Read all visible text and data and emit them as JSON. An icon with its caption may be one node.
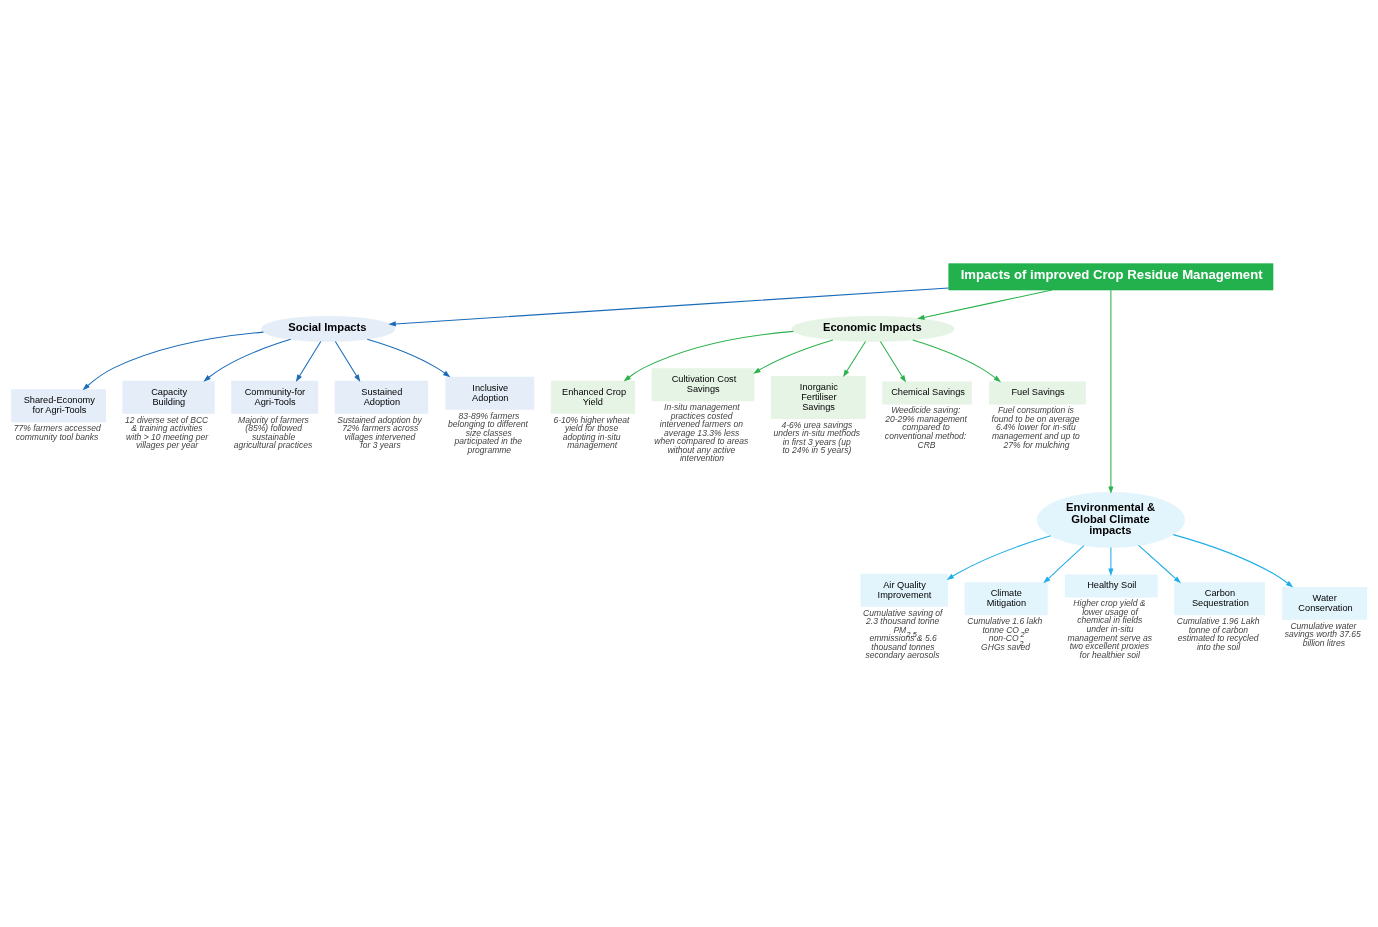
{
  "diagram": {
    "nodes": [
      {
        "text": [
          "Impacts of improved Crop Residue Management"
        ]
      },
      {
        "text": [
          "Social Impacts"
        ]
      },
      {
        "text": [
          "Shared-Economy for Agri-Tools"
        ],
        "beside": [
          "77% farmers accessed community tool banks"
        ]
      },
      {
        "text": [
          "Capacity Building"
        ],
        "beside": [
          "12 diverse set of BCC & training activities with > 10 meeting per villages per year"
        ]
      },
      {
        "text": [
          "Community-for Agri-Tools"
        ],
        "beside": [
          "Majority of farmers (85%) followed sustainable agricultural practices"
        ]
      },
      {
        "text": [
          "Sustained Adoption"
        ],
        "beside": [
          "Sustained adoption by 72% farmers across villages intervened for 3 years"
        ]
      },
      {
        "text": [
          "Inclusive Adoption"
        ],
        "beside": [
          "83-89% farmers belonging to different size classes participated in the programme"
        ]
      },
      {
        "text": [
          "Economic Impacts"
        ]
      },
      {
        "text": [
          "Enhanced Crop Yield"
        ],
        "beside": [
          "6-10% higher wheat yield for those adopting in-situ management"
        ]
      },
      {
        "text": [
          "Cultivation Cost Savings"
        ],
        "beside": [
          "In-situ management practices costed intervened farmers on average 13.3% less when compared to areas without any active intervention"
        ]
      },
      {
        "text": [
          "Inorganic Fertiliser Savings"
        ],
        "beside": [
          "4-6% urea savings unders in-situ methods in first 3 years (up to 24% in 5 years)"
        ]
      },
      {
        "text": [
          "Chemical Savings"
        ],
        "beside": [
          "Weedicide saving: 20-29% management compared to conventional method: CRB"
        ]
      },
      {
        "text": [
          "Fuel Savings"
        ],
        "beside": [
          "Fuel consumption is found to be on average 6.4% lower for in-situ management and up to 27% for mulching"
        ]
      },
      {
        "text": [
          "Environmental & Global Climate impacts"
        ]
      },
      {
        "text": [
          "Air Quality Improvement"
        ],
        "beside": [
          "Cumulative saving of 2.3 thousand tonne PM$_{2.5}$ emmissions & 5.6 thousand tonnes secondary aerosols"
        ]
      },
      {
        "text": [
          "Climate Mitigation"
        ],
        "beside": [
          "Cumulative 1.6 lakh tonne CO$_{2}$e non-CO$_{2}$ GHGs saved"
        ]
      },
      {
        "text": [
          "Healthy Soil"
        ],
        "beside": [
          "Higher crop yield & lower usage of chemical in fields under in-situ management serve as two excellent proxies for healthier soil"
        ]
      },
      {
        "text": [
          "Carbon Sequestration"
        ],
        "beside": [
          "Cumulative 1.96 Lakh tonne of carbon estimated to recycled into the soil"
        ]
      },
      {
        "text": [
          "Water Conservation"
        ],
        "beside": [
          "Cumulative water savings worth 37.65 billion litres"
        ]
      }
    ],
    "edges": [
      {
        "from": 0,
        "to": 1,
        "arrow": "to",
        "color": "#1a6bb8"
      },
      {
        "from": 0,
        "to": 7,
        "arrow": "to",
        "color": "#2bb24c"
      },
      {
        "from": 0,
        "to": 13,
        "arrow": "to",
        "color": "#2bb24c"
      },
      {
        "from": 1,
        "to": 2,
        "arrow": "to",
        "color": "#1a6bb8"
      },
      {
        "from": 1,
        "to": 3,
        "arrow": "to",
        "color": "#1a6bb8"
      },
      {
        "from": 1,
        "to": 4,
        "arrow": "to",
        "color": "#1a6bb8"
      },
      {
        "from": 1,
        "to": 5,
        "arrow": "to",
        "color": "#1a6bb8"
      },
      {
        "from": 1,
        "to": 6,
        "arrow": "to",
        "color": "#1a6bb8"
      },
      {
        "from": 7,
        "to": 8,
        "arrow": "to",
        "color": "#2bb24c"
      },
      {
        "from": 7,
        "to": 9,
        "arrow": "to",
        "color": "#2bb24c"
      },
      {
        "from": 7,
        "to": 10,
        "arrow": "to",
        "color": "#2bb24c"
      },
      {
        "from": 7,
        "to": 11,
        "arrow": "to",
        "color": "#2bb24c"
      },
      {
        "from": 7,
        "to": 12,
        "arrow": "to",
        "color": "#2bb24c"
      },
      {
        "from": 13,
        "to": 14,
        "arrow": "to",
        "color": "#1eaee8"
      },
      {
        "from": 13,
        "to": 15,
        "arrow": "to",
        "color": "#1eaee8"
      },
      {
        "from": 13,
        "to": 16,
        "arrow": "to",
        "color": "#1eaee8"
      },
      {
        "from": 13,
        "to": 17,
        "arrow": "to",
        "color": "#1eaee8"
      },
      {
        "from": 13,
        "to": 18,
        "arrow": "to",
        "color": "#1eaee8"
      }
    ]
  }
}
